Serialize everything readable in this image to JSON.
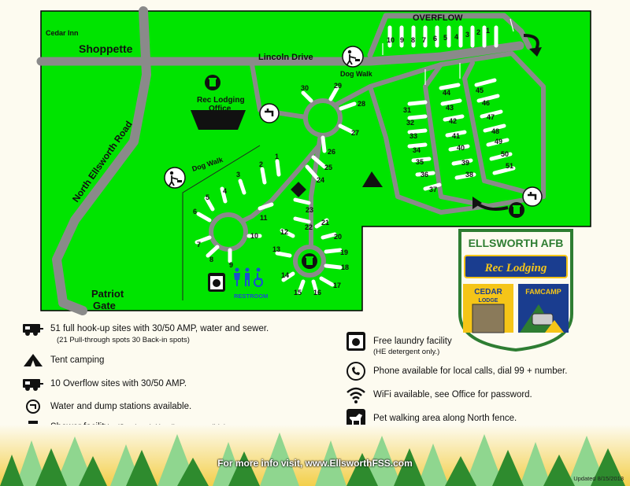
{
  "map": {
    "places": {
      "cedar_inn": "Cedar Inn",
      "shoppette": "Shoppette",
      "lincoln_drive": "Lincoln Drive",
      "north_ellsworth_road": "North Ellsworth Road",
      "overflow": "OVERFLOW",
      "dog_walk_top": "Dog Walk",
      "dog_walk_left": "Dog Walk",
      "rec_lodging_office": "Rec Lodging Office",
      "patriot_gate": "Patriot Gate",
      "restroom": "RESTROOM"
    },
    "overflow_sites": [
      "10",
      "9",
      "8",
      "7",
      "6",
      "5",
      "4",
      "3",
      "2",
      "1"
    ],
    "circle_top_sites": [
      "30",
      "29",
      "28",
      "27",
      "26",
      "25",
      "24"
    ],
    "left_cluster_sites": [
      "3",
      "2",
      "1",
      "4",
      "5",
      "6",
      "7",
      "8",
      "9",
      "10",
      "11"
    ],
    "circle_bottom_sites": [
      "23",
      "22",
      "21",
      "20",
      "19",
      "18",
      "17",
      "16",
      "15",
      "14",
      "13",
      "12"
    ],
    "row_a_sites": [
      "31",
      "32",
      "33",
      "34",
      "35",
      "36",
      "37"
    ],
    "row_b_sites": [
      "44",
      "43",
      "42",
      "41",
      "40",
      "39",
      "38"
    ],
    "row_c_sites": [
      "45",
      "46",
      "47",
      "48",
      "49",
      "50",
      "51"
    ]
  },
  "badge": {
    "title": "ELLSWORTH AFB",
    "subtitle": "Rec Lodging",
    "left_title": "CEDAR",
    "left_sub": "LODGE",
    "right_title": "FAMCAMP"
  },
  "legend": {
    "hookups": "51 full hook-up sites with 30/50 AMP, water and sewer.",
    "hookups_sub": "(21 Pull-through spots 30 Back-in spots)",
    "tent": "Tent camping",
    "overflow": "10 Overflow sites with 30/50 AMP.",
    "water": "Water and dump stations available.",
    "shower": "Shower facility.",
    "shower_sub": "(South unit Handicap accessible)",
    "laundry": "Free laundry facility",
    "laundry_sub": "(HE detergent only.)",
    "phone": "Phone available for local calls, dial 99 + number.",
    "wifi": "WiFi available, see Office for password.",
    "pet": "Pet walking area along North fence."
  },
  "footer": {
    "info": "For more info visit, www.EllsworthFSS.com",
    "updated": "Updated 8/15/2018"
  },
  "colors": {
    "grass": "#00e400",
    "road": "#8a8a8a",
    "legend_bg": "#fdfbf0",
    "badge_green": "#2e7d32",
    "badge_blue": "#1a3d8f",
    "badge_gold": "#f5c518"
  }
}
